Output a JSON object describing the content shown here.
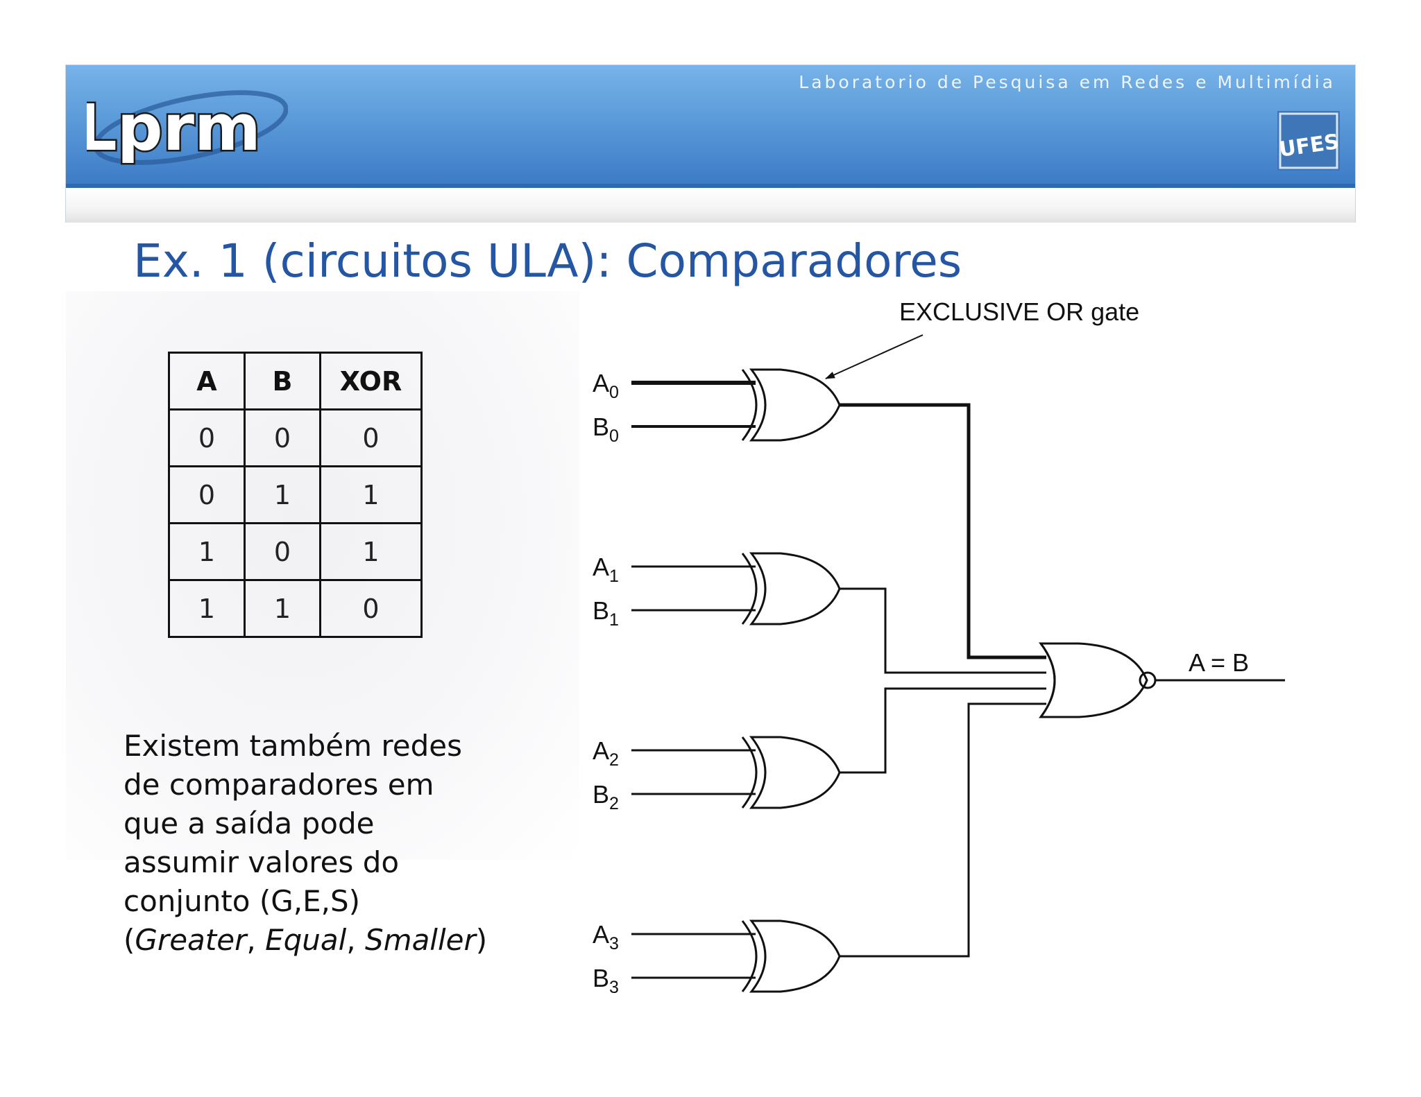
{
  "header": {
    "logo_text": "Lprm",
    "lab_name": "Laboratorio de Pesquisa em Redes e Multimídia",
    "badge_text": "UFES",
    "colors": {
      "band": "#5b9bd9",
      "title": "#2456a4"
    }
  },
  "slide": {
    "title": "Ex. 1 (circuitos ULA): Comparadores"
  },
  "truth_table": {
    "headers": [
      "A",
      "B",
      "XOR"
    ],
    "rows": [
      [
        "0",
        "0",
        "0"
      ],
      [
        "0",
        "1",
        "1"
      ],
      [
        "1",
        "0",
        "1"
      ],
      [
        "1",
        "1",
        "0"
      ]
    ]
  },
  "note": {
    "line1": "Existem também redes",
    "line2": "de comparadores em",
    "line3": "que a saída pode",
    "line4": "assumir valores do",
    "line5": "conjunto (G,E,S)",
    "greater": "Greater",
    "equal": "Equal",
    "smaller": "Smaller"
  },
  "circuit": {
    "annotation": "EXCLUSIVE OR gate",
    "output_label": "A = B",
    "inputs": [
      {
        "a": "A",
        "b": "B",
        "sub": "0"
      },
      {
        "a": "A",
        "b": "B",
        "sub": "1"
      },
      {
        "a": "A",
        "b": "B",
        "sub": "2"
      },
      {
        "a": "A",
        "b": "B",
        "sub": "3"
      }
    ]
  }
}
